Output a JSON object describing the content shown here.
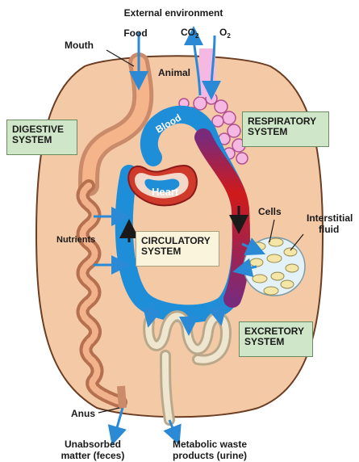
{
  "labels": {
    "external_environment": "External environment",
    "food": "Food",
    "co2": "CO",
    "co2_sub": "2",
    "o2": "O",
    "o2_sub": "2",
    "mouth": "Mouth",
    "animal": "Animal",
    "blood": "Blood",
    "heart": "Heart",
    "nutrients": "Nutrients",
    "cells": "Cells",
    "interstitial_line1": "Interstitial",
    "interstitial_line2": "fluid",
    "anus": "Anus",
    "unabsorbed_line1": "Unabsorbed",
    "unabsorbed_line2": "matter (feces)",
    "waste_line1": "Metabolic waste",
    "waste_line2": "products (urine)"
  },
  "systems": {
    "digestive_line1": "DIGESTIVE",
    "digestive_line2": "SYSTEM",
    "respiratory_line1": "RESPIRATORY",
    "respiratory_line2": "SYSTEM",
    "circulatory_line1": "CIRCULATORY",
    "circulatory_line2": "SYSTEM",
    "excretory_line1": "EXCRETORY",
    "excretory_line2": "SYSTEM"
  },
  "colors": {
    "body_fill": "#f4c9a6",
    "body_stroke": "#6b3d22",
    "oxygenated_blood": "#1f8ed8",
    "deoxygenated_blood": "#d01a1a",
    "mixed_blood": "#7a2a7a",
    "gut": "#c98b6a",
    "kidney_tubule": "#efe6d0",
    "lung": "#f4b8e2",
    "system_box": "#cfe6c8",
    "arrow_blue": "#2a8ad6"
  }
}
